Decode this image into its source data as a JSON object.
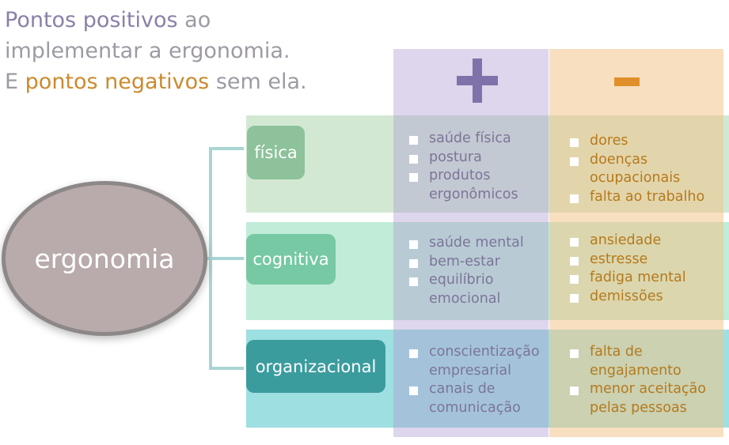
{
  "title": {
    "positive_phrase": "Pontos positivos",
    "positive_suffix": " ao",
    "line2": "implementar a ergonomia.",
    "line3_prefix": "E ",
    "negative_phrase": "pontos negativos",
    "negative_suffix": " sem ela."
  },
  "center": {
    "label": "ergonomia"
  },
  "columns": {
    "positive_symbol": "+",
    "negative_symbol": "−"
  },
  "categories": [
    {
      "label": "física",
      "positives": [
        "saúde física",
        "postura",
        "produtos ergonômicos"
      ],
      "negatives": [
        "dores",
        "doenças ocupacionais",
        "falta ao trabalho"
      ]
    },
    {
      "label": "cognitiva",
      "positives": [
        "saúde mental",
        "bem-estar",
        "equilíbrio emocional"
      ],
      "negatives": [
        "ansiedade",
        "estresse",
        "fadiga mental",
        "demissões"
      ]
    },
    {
      "label": "organizacional",
      "positives": [
        "conscientização empresarial",
        "canais de comunicação"
      ],
      "negatives": [
        "falta de engajamento",
        "menor aceitação pelas pessoas"
      ]
    }
  ],
  "colors": {
    "positive": "#8b80a8",
    "negative": "#cc8a2e",
    "fisica": "#8dc29a",
    "cognitiva": "#76c9a2",
    "organizacional": "#3b9c9e"
  }
}
